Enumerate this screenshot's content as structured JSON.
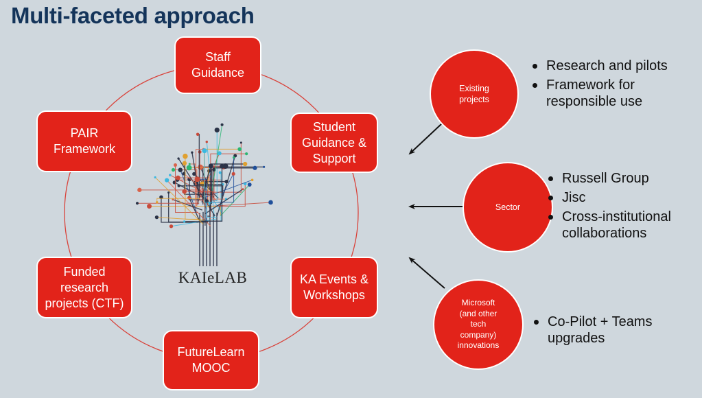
{
  "title": "Multi-faceted approach",
  "colors": {
    "background": "#cfd7dd",
    "accent_red": "#e2231a",
    "title_navy": "#14345a",
    "ring_line": "#d9423a",
    "arrow": "#111111"
  },
  "hub": {
    "logo_label": "KAIeLAB",
    "logo_icon": "circuit-tree-icon"
  },
  "ring_boxes": [
    {
      "id": "staff-guidance",
      "label": "Staff\nGuidance"
    },
    {
      "id": "student-guidance",
      "label": "Student\nGuidance &\nSupport"
    },
    {
      "id": "ka-events",
      "label": "KA Events &\nWorkshops"
    },
    {
      "id": "futurelearn",
      "label": "FutureLearn\nMOOC"
    },
    {
      "id": "funded-research",
      "label": "Funded\nresearch\nprojects (CTF)"
    },
    {
      "id": "pair-framework",
      "label": "PAIR\nFramework"
    }
  ],
  "inputs": [
    {
      "id": "existing-projects",
      "label": "Existing\nprojects",
      "bullets": [
        "Research and pilots",
        "Framework for responsible use"
      ]
    },
    {
      "id": "sector",
      "label": "Sector",
      "bullets": [
        "Russell Group",
        "Jisc",
        "Cross-institutional collaborations"
      ]
    },
    {
      "id": "microsoft",
      "label": "Microsoft\n(and other\ntech\ncompany)\ninnovations",
      "bullets": [
        "Co-Pilot + Teams upgrades"
      ]
    }
  ]
}
